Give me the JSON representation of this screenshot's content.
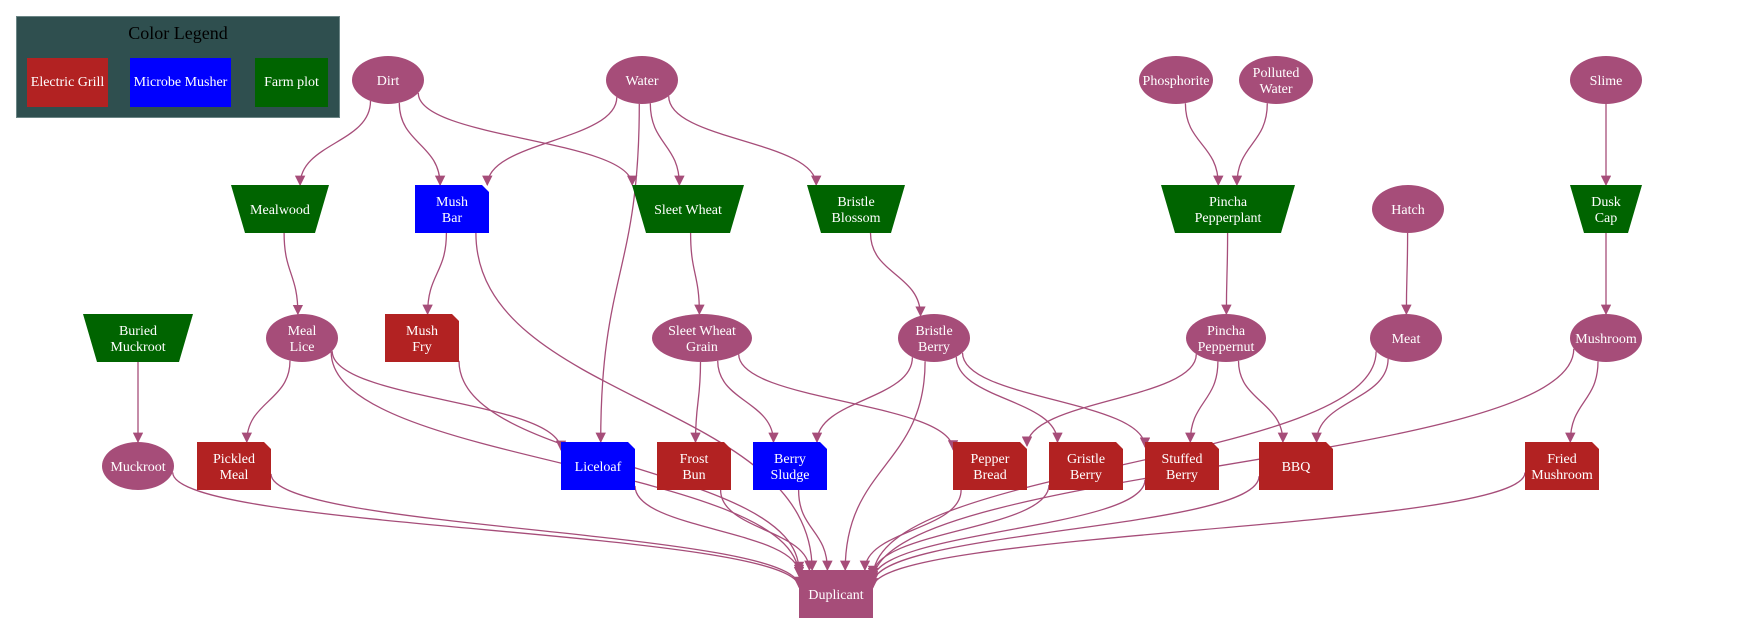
{
  "legend": {
    "title": "Color Legend",
    "items": [
      {
        "label": "Electric Grill",
        "color": "#b22222"
      },
      {
        "label": "Microbe Musher",
        "color": "#0000ff"
      },
      {
        "label": "Farm plot",
        "color": "#006400"
      }
    ]
  },
  "colors": {
    "resource": "#a64d79",
    "edge": "#a64d79",
    "electric_grill": "#b22222",
    "microbe_musher": "#0000ff",
    "farm_plot": "#006400",
    "legend_bg": "#2f4f4f"
  },
  "nodes": [
    {
      "id": "dirt",
      "label": [
        "Dirt"
      ],
      "type": "resource"
    },
    {
      "id": "water",
      "label": [
        "Water"
      ],
      "type": "resource"
    },
    {
      "id": "phosphorite",
      "label": [
        "Phosphorite"
      ],
      "type": "resource"
    },
    {
      "id": "polluted_water",
      "label": [
        "Polluted",
        "Water"
      ],
      "type": "resource"
    },
    {
      "id": "slime",
      "label": [
        "Slime"
      ],
      "type": "resource"
    },
    {
      "id": "mealwood",
      "label": [
        "Mealwood"
      ],
      "type": "farm_plot"
    },
    {
      "id": "mush_bar",
      "label": [
        "Mush",
        "Bar"
      ],
      "type": "microbe_musher"
    },
    {
      "id": "sleet_wheat",
      "label": [
        "Sleet Wheat"
      ],
      "type": "farm_plot"
    },
    {
      "id": "bristle_blossom",
      "label": [
        "Bristle",
        "Blossom"
      ],
      "type": "farm_plot"
    },
    {
      "id": "pincha_pepperplant",
      "label": [
        "Pincha",
        "Pepperplant"
      ],
      "type": "farm_plot"
    },
    {
      "id": "hatch",
      "label": [
        "Hatch"
      ],
      "type": "resource"
    },
    {
      "id": "dusk_cap",
      "label": [
        "Dusk",
        "Cap"
      ],
      "type": "farm_plot"
    },
    {
      "id": "buried_muckroot",
      "label": [
        "Buried",
        "Muckroot"
      ],
      "type": "farm_plot"
    },
    {
      "id": "meal_lice",
      "label": [
        "Meal",
        "Lice"
      ],
      "type": "resource"
    },
    {
      "id": "mush_fry",
      "label": [
        "Mush",
        "Fry"
      ],
      "type": "electric_grill"
    },
    {
      "id": "sleet_wheat_grain",
      "label": [
        "Sleet Wheat",
        "Grain"
      ],
      "type": "resource"
    },
    {
      "id": "bristle_berry",
      "label": [
        "Bristle",
        "Berry"
      ],
      "type": "resource"
    },
    {
      "id": "pincha_peppernut",
      "label": [
        "Pincha",
        "Peppernut"
      ],
      "type": "resource"
    },
    {
      "id": "meat",
      "label": [
        "Meat"
      ],
      "type": "resource"
    },
    {
      "id": "mushroom",
      "label": [
        "Mushroom"
      ],
      "type": "resource"
    },
    {
      "id": "muckroot",
      "label": [
        "Muckroot"
      ],
      "type": "resource"
    },
    {
      "id": "pickled_meal",
      "label": [
        "Pickled",
        "Meal"
      ],
      "type": "electric_grill"
    },
    {
      "id": "liceloaf",
      "label": [
        "Liceloaf"
      ],
      "type": "microbe_musher"
    },
    {
      "id": "frost_bun",
      "label": [
        "Frost",
        "Bun"
      ],
      "type": "electric_grill"
    },
    {
      "id": "berry_sludge",
      "label": [
        "Berry",
        "Sludge"
      ],
      "type": "microbe_musher"
    },
    {
      "id": "pepper_bread",
      "label": [
        "Pepper",
        "Bread"
      ],
      "type": "electric_grill"
    },
    {
      "id": "gristle_berry",
      "label": [
        "Gristle",
        "Berry"
      ],
      "type": "electric_grill"
    },
    {
      "id": "stuffed_berry",
      "label": [
        "Stuffed",
        "Berry"
      ],
      "type": "electric_grill"
    },
    {
      "id": "bbq",
      "label": [
        "BBQ"
      ],
      "type": "electric_grill"
    },
    {
      "id": "fried_mushroom",
      "label": [
        "Fried",
        "Mushroom"
      ],
      "type": "electric_grill"
    },
    {
      "id": "duplicant",
      "label": [
        "Duplicant"
      ],
      "type": "sink"
    }
  ],
  "edges": [
    [
      "dirt",
      "mealwood"
    ],
    [
      "dirt",
      "mush_bar"
    ],
    [
      "dirt",
      "sleet_wheat"
    ],
    [
      "water",
      "mush_bar"
    ],
    [
      "water",
      "liceloaf"
    ],
    [
      "water",
      "sleet_wheat"
    ],
    [
      "water",
      "bristle_blossom"
    ],
    [
      "phosphorite",
      "pincha_pepperplant"
    ],
    [
      "polluted_water",
      "pincha_pepperplant"
    ],
    [
      "slime",
      "dusk_cap"
    ],
    [
      "mealwood",
      "meal_lice"
    ],
    [
      "mush_bar",
      "mush_fry"
    ],
    [
      "mush_bar",
      "duplicant"
    ],
    [
      "sleet_wheat",
      "sleet_wheat_grain"
    ],
    [
      "bristle_blossom",
      "bristle_berry"
    ],
    [
      "pincha_pepperplant",
      "pincha_peppernut"
    ],
    [
      "hatch",
      "meat"
    ],
    [
      "dusk_cap",
      "mushroom"
    ],
    [
      "buried_muckroot",
      "muckroot"
    ],
    [
      "meal_lice",
      "pickled_meal"
    ],
    [
      "meal_lice",
      "liceloaf"
    ],
    [
      "meal_lice",
      "duplicant"
    ],
    [
      "mush_fry",
      "duplicant"
    ],
    [
      "sleet_wheat_grain",
      "frost_bun"
    ],
    [
      "sleet_wheat_grain",
      "berry_sludge"
    ],
    [
      "sleet_wheat_grain",
      "pepper_bread"
    ],
    [
      "bristle_berry",
      "berry_sludge"
    ],
    [
      "bristle_berry",
      "gristle_berry"
    ],
    [
      "bristle_berry",
      "stuffed_berry"
    ],
    [
      "bristle_berry",
      "duplicant"
    ],
    [
      "pincha_peppernut",
      "pepper_bread"
    ],
    [
      "pincha_peppernut",
      "stuffed_berry"
    ],
    [
      "pincha_peppernut",
      "bbq"
    ],
    [
      "meat",
      "bbq"
    ],
    [
      "meat",
      "duplicant"
    ],
    [
      "mushroom",
      "fried_mushroom"
    ],
    [
      "mushroom",
      "duplicant"
    ],
    [
      "muckroot",
      "duplicant"
    ],
    [
      "pickled_meal",
      "duplicant"
    ],
    [
      "liceloaf",
      "duplicant"
    ],
    [
      "frost_bun",
      "duplicant"
    ],
    [
      "berry_sludge",
      "duplicant"
    ],
    [
      "pepper_bread",
      "duplicant"
    ],
    [
      "gristle_berry",
      "duplicant"
    ],
    [
      "stuffed_berry",
      "duplicant"
    ],
    [
      "bbq",
      "duplicant"
    ],
    [
      "fried_mushroom",
      "duplicant"
    ]
  ]
}
